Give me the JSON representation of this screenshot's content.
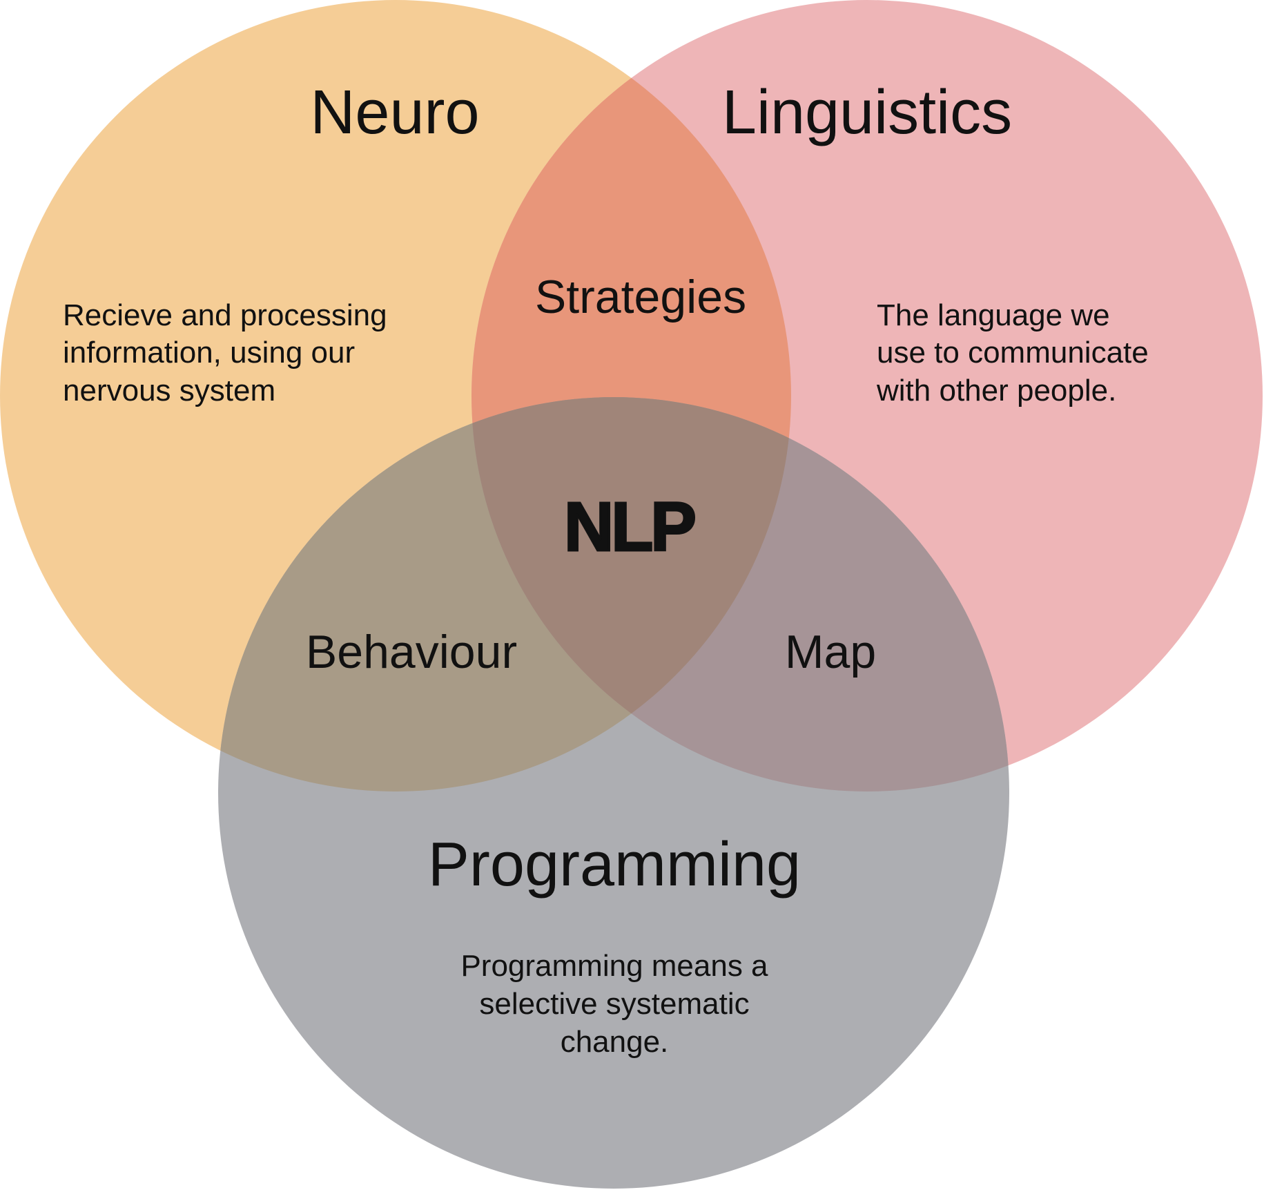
{
  "colors": {
    "neuro": "#F5CD96",
    "linguistics": "#EEB5B7",
    "programming": "#ADAEB2",
    "neuro_linguistics": "#E8967A",
    "neuro_programming": "#A89B87",
    "linguistics_programming": "#A69497",
    "center": "#A08579"
  },
  "sets": {
    "neuro": {
      "title": "Neuro",
      "description": [
        "Recieve and processing",
        "information, using our",
        "nervous system"
      ]
    },
    "linguistics": {
      "title": "Linguistics",
      "description": [
        "The language we",
        "use to communicate",
        "with other people."
      ]
    },
    "programming": {
      "title": "Programming",
      "description": [
        "Programming means a",
        "selective systematic",
        "change."
      ]
    }
  },
  "intersections": {
    "neuro_linguistics": "Strategies",
    "neuro_programming": "Behaviour",
    "linguistics_programming": "Map",
    "center": "NLP"
  }
}
